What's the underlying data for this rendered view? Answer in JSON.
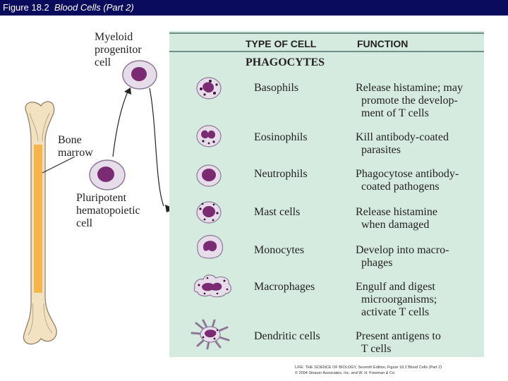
{
  "title": {
    "prefix": "Figure 18.2",
    "italic": "Blood Cells (Part 2)"
  },
  "labels": {
    "myeloid": "Myeloid\nprogenitor\ncell",
    "bone_marrow": "Bone\nmarrow",
    "pluripotent": "Pluripotent\nhematopoietic\ncell"
  },
  "table": {
    "col_type": "TYPE OF CELL",
    "col_function": "FUNCTION",
    "category": "PHAGOCYTES",
    "rows": [
      {
        "name": "Basophils",
        "function": "Release histamine; may\n  promote the develop-\n  ment of T cells"
      },
      {
        "name": "Eosinophils",
        "function": "Kill antibody-coated\n  parasites"
      },
      {
        "name": "Neutrophils",
        "function": "Phagocytose antibody-\n  coated pathogens"
      },
      {
        "name": "Mast cells",
        "function": "Release histamine\n  when damaged"
      },
      {
        "name": "Monocytes",
        "function": "Develop into macro-\n  phages"
      },
      {
        "name": "Macrophages",
        "function": "Engulf and digest\n  microorganisms;\n  activate T cells"
      },
      {
        "name": "Dendritic cells",
        "function": "Present antigens to\n  T cells"
      }
    ]
  },
  "credit": "LIFE: THE SCIENCE OF BIOLOGY, Seventh Edition, Figure 18.2 Blood Cells (Part 2)\n© 2004 Sinauer Associates, Inc. and W. H. Freeman & Co.",
  "colors": {
    "title_bar": "#0b0b5e",
    "panel": "#d6ebe0",
    "cell_membrane": "#e6dcea",
    "nucleus": "#7a2b72",
    "bone": "#f2e2c2",
    "marrow": "#f6b54a"
  }
}
